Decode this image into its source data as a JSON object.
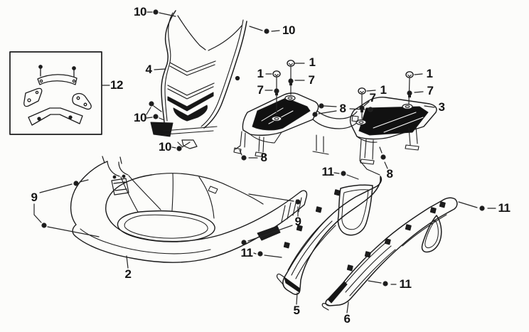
{
  "figure": {
    "background_color": "#fcfcfa",
    "ink_color": "#1c1c1c"
  },
  "callouts": [
    {
      "text": "10"
    },
    {
      "text": "10"
    },
    {
      "text": "4"
    },
    {
      "text": "12"
    },
    {
      "text": "10"
    },
    {
      "text": "10"
    },
    {
      "text": "1"
    },
    {
      "text": "7"
    },
    {
      "text": "1"
    },
    {
      "text": "7"
    },
    {
      "text": "1"
    },
    {
      "text": "7"
    },
    {
      "text": "1"
    },
    {
      "text": "7"
    },
    {
      "text": "8"
    },
    {
      "text": "3"
    },
    {
      "text": "8"
    },
    {
      "text": "8"
    },
    {
      "text": "11"
    },
    {
      "text": "9"
    },
    {
      "text": "9"
    },
    {
      "text": "11"
    },
    {
      "text": "11"
    },
    {
      "text": "11"
    },
    {
      "text": "2"
    },
    {
      "text": "5"
    },
    {
      "text": "6"
    }
  ]
}
